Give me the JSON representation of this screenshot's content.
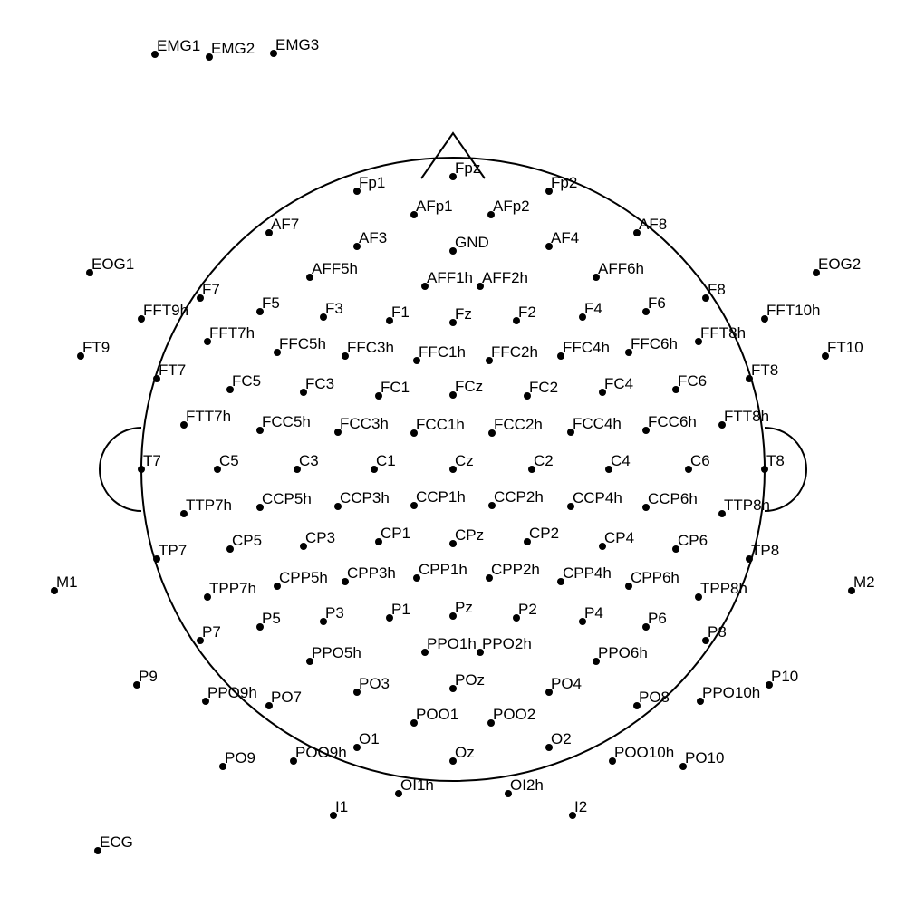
{
  "montage": {
    "electrodes": [
      "EMG1",
      "EMG2",
      "EMG3",
      "Fp1",
      "Fpz",
      "Fp2",
      "AFp1",
      "AFp2",
      "AF7",
      "AF3",
      "GND",
      "AF4",
      "AF8",
      "EOG1",
      "EOG2",
      "AFF5h",
      "AFF1h",
      "AFF2h",
      "AFF6h",
      "F7",
      "F5",
      "F3",
      "F1",
      "Fz",
      "F2",
      "F4",
      "F6",
      "F8",
      "FFT9h",
      "FFT10h",
      "FFT7h",
      "FFC5h",
      "FFC3h",
      "FFC1h",
      "FFC2h",
      "FFC4h",
      "FFC6h",
      "FFT8h",
      "FT9",
      "FT10",
      "FT7",
      "FC5",
      "FC3",
      "FC1",
      "FCz",
      "FC2",
      "FC4",
      "FC6",
      "FT8",
      "FTT7h",
      "FCC5h",
      "FCC3h",
      "FCC1h",
      "FCC2h",
      "FCC4h",
      "FCC6h",
      "FTT8h",
      "T7",
      "C5",
      "C3",
      "C1",
      "Cz",
      "C2",
      "C4",
      "C6",
      "T8",
      "TTP7h",
      "CCP5h",
      "CCP3h",
      "CCP1h",
      "CCP2h",
      "CCP4h",
      "CCP6h",
      "TTP8h",
      "TP7",
      "CP5",
      "CP3",
      "CP1",
      "CPz",
      "CP2",
      "CP4",
      "CP6",
      "TP8",
      "M1",
      "M2",
      "TPP7h",
      "CPP5h",
      "CPP3h",
      "CPP1h",
      "CPP2h",
      "CPP4h",
      "CPP6h",
      "TPP8h",
      "P7",
      "P5",
      "P3",
      "P1",
      "Pz",
      "P2",
      "P4",
      "P6",
      "P8",
      "PPO5h",
      "PPO1h",
      "PPO2h",
      "PPO6h",
      "P9",
      "P10",
      "PPO9h",
      "PO7",
      "PO3",
      "POz",
      "PO4",
      "PO8",
      "PPO10h",
      "POO1",
      "POO2",
      "O1",
      "Oz",
      "O2",
      "PO9",
      "POO9h",
      "POO10h",
      "PO10",
      "OI1h",
      "OI2h",
      "I1",
      "I2",
      "ECG"
    ]
  }
}
